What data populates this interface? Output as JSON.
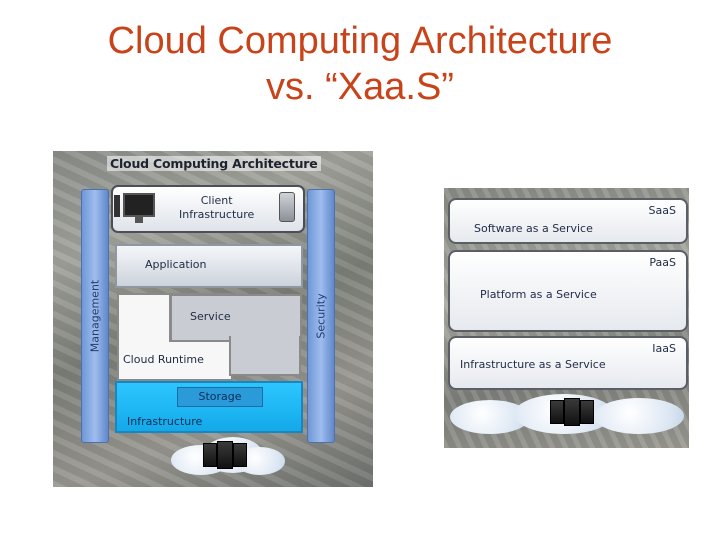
{
  "slide": {
    "title_line1": "Cloud Computing Architecture",
    "title_line2": "vs. “Xaa.S”"
  },
  "left_diagram": {
    "title": "Cloud Computing Architecture",
    "client": "Client Infrastructure",
    "client_line1": "Client",
    "client_line2": "Infrastructure",
    "application": "Application",
    "service": "Service",
    "runtime": "Cloud Runtime",
    "storage": "Storage",
    "infrastructure": "Infrastructure",
    "management": "Management",
    "security": "Security"
  },
  "right_diagram": {
    "layers": [
      {
        "name": "Software as a Service",
        "tag": "SaaS"
      },
      {
        "name": "Platform as a Service",
        "tag": "PaaS"
      },
      {
        "name": "Infrastructure as a Service",
        "tag": "IaaS"
      }
    ]
  },
  "icons": [
    "desktop-computer-icon",
    "smartphone-icon",
    "server-rack-icon",
    "cloud-icon"
  ],
  "colors": {
    "title": "#c8431a",
    "pillar": "#7ea6e6",
    "infrastructure": "#1fb8f5"
  }
}
